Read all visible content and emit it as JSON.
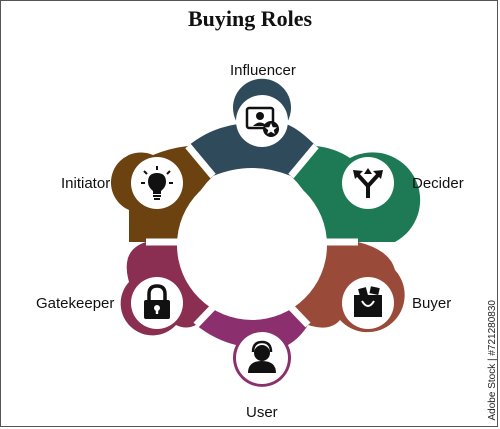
{
  "title": "Buying Roles",
  "watermark": "Adobe Stock | #721280830",
  "colors": {
    "influencer": "#2f4a5a",
    "decider": "#1e7a55",
    "buyer": "#9a4a38",
    "user": "#8c2f6e",
    "gatekeeper": "#8a2f52",
    "initiator": "#6b4210"
  },
  "roles": [
    {
      "key": "influencer",
      "label": "Influencer",
      "icon": "profile-star-icon"
    },
    {
      "key": "decider",
      "label": "Decider",
      "icon": "split-arrows-icon"
    },
    {
      "key": "buyer",
      "label": "Buyer",
      "icon": "shopping-bag-icon"
    },
    {
      "key": "user",
      "label": "User",
      "icon": "user-icon"
    },
    {
      "key": "gatekeeper",
      "label": "Gatekeeper",
      "icon": "padlock-icon"
    },
    {
      "key": "initiator",
      "label": "Initiator",
      "icon": "lightbulb-icon"
    }
  ]
}
